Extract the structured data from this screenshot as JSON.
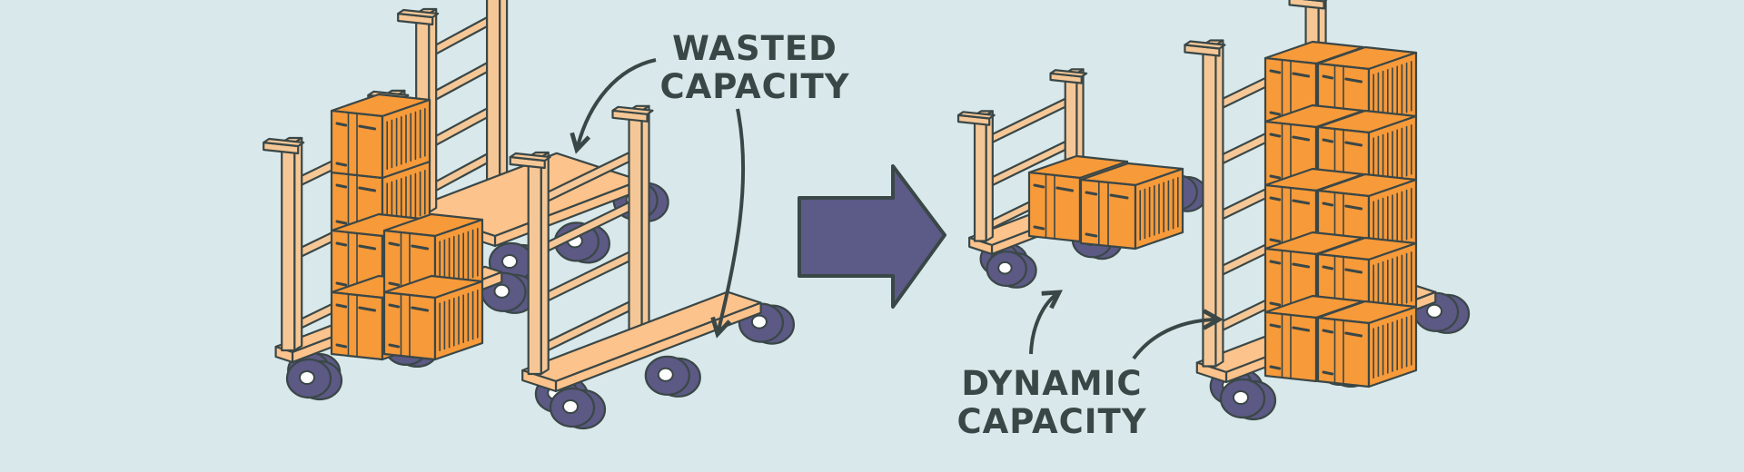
{
  "labels": {
    "wasted": [
      "WASTED",
      "CAPACITY"
    ],
    "dynamic": [
      "DYNAMIC",
      "CAPACITY"
    ]
  },
  "colors": {
    "background": "#d9e8ea",
    "outline": "#3a4747",
    "cart_frame": "#f6c796",
    "cart_deck": "#fdc38c",
    "box": "#f79a3a",
    "wheel": "#5c5984",
    "arrow": "#5c5a86"
  }
}
